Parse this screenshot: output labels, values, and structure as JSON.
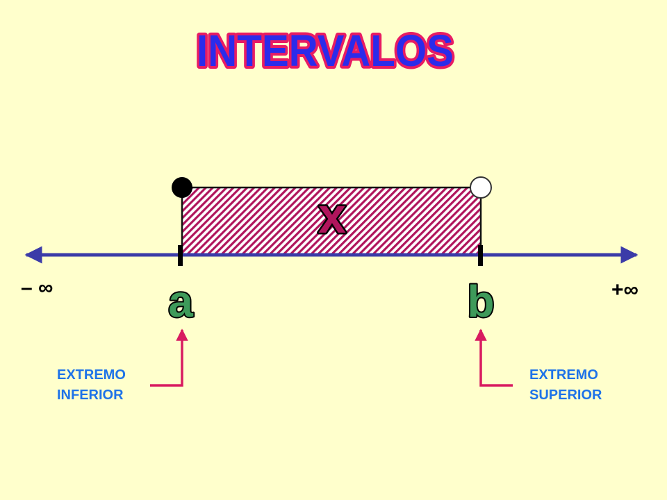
{
  "title": "INTERVALOS",
  "interval": {
    "variable_label": "x",
    "lower": {
      "label": "a",
      "marker": "closed",
      "description": [
        "EXTREMO",
        "INFERIOR"
      ]
    },
    "upper": {
      "label": "b",
      "marker": "open",
      "description": [
        "EXTREMO",
        "SUPERIOR"
      ]
    }
  },
  "axis": {
    "left_label": "– ∞",
    "right_label": "+∞"
  },
  "colors": {
    "background": "#FFFFCC",
    "title_fill": "#2B2BEA",
    "title_stroke": "#E81C63",
    "axis": "#3B3BA8",
    "hatch": "#B0155C",
    "endpoint_letter_fill": "#3E9A5A",
    "callout_arrow": "#D81B60",
    "callout_text": "#1E73E8"
  }
}
